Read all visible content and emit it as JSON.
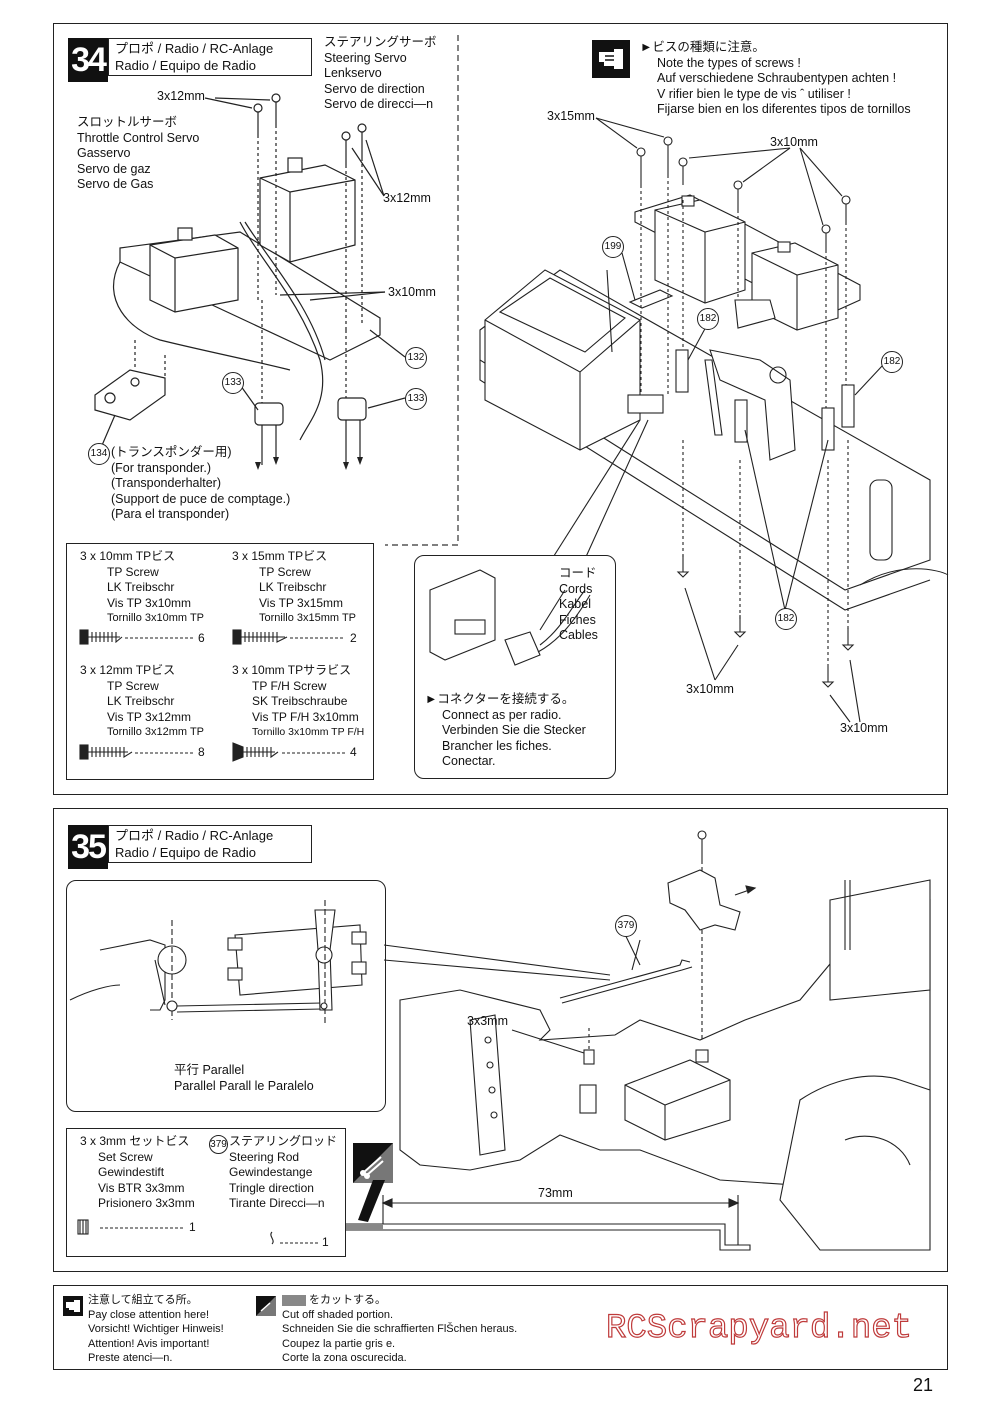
{
  "step34": {
    "number": "34",
    "title_line1": "プロポ / Radio / RC-Anlage",
    "title_line2": "Radio / Equipo de Radio",
    "steering_servo": [
      "ステアリングサーボ",
      "Steering Servo",
      "Lenkservo",
      "Servo de direction",
      "Servo de direcci—n"
    ],
    "throttle_servo": [
      "スロットルサーボ",
      "Throttle Control Servo",
      "Gasservo",
      "Servo de gaz",
      "Servo de Gas"
    ],
    "screw_3x12_a": "3x12mm",
    "screw_3x12_b": "3x12mm",
    "screw_3x10": "3x10mm",
    "part_132": "132",
    "part_133a": "133",
    "part_133b": "133",
    "part_134": "134",
    "transponder": [
      "(トランスポンダー用)",
      "(For transponder.)",
      "(Transponderhalter)",
      "(Support de puce de comptage.)",
      "(Para el transponder)"
    ],
    "note_screws": [
      "►ビスの種類に注意。",
      "Note the types of screws !",
      "Auf verschiedene Schraubentypen achten !",
      "V rifier bien le type de vis ˆ utiliser !",
      "Fijarse bien en los diferentes tipos de tornillos"
    ],
    "right_3x15": "3x15mm",
    "right_3x10_top": "3x10mm",
    "right_3x10_bl": "3x10mm",
    "right_3x10_br": "3x10mm",
    "part_199": "199",
    "part_182a": "182",
    "part_182b": "182",
    "part_182c": "182",
    "cords": [
      "コード",
      "Cords",
      "Kabel",
      "Fiches",
      "Cables"
    ],
    "connect": [
      "►コネクターを接続する。",
      "Connect as per radio.",
      "Verbinden Sie die Stecker",
      "Brancher les fiches.",
      "Conectar."
    ],
    "parts_list": [
      {
        "lines": [
          "3 x 10mm  TPビス",
          "TP Screw",
          "LK Treibschr",
          "Vis TP 3x10mm",
          "Tornillo 3x10mm TP"
        ],
        "qty": "6"
      },
      {
        "lines": [
          "3 x 15mm  TPビス",
          "TP Screw",
          "LK Treibschr",
          "Vis TP 3x15mm",
          "Tornillo 3x15mm TP"
        ],
        "qty": "2"
      },
      {
        "lines": [
          "3 x 12mm TPビス",
          "TP Screw",
          "LK Treibschr",
          "Vis TP 3x12mm",
          "Tornillo 3x12mm TP"
        ],
        "qty": "8"
      },
      {
        "lines": [
          "3 x 10mm  TPサラビス",
          "TP F/H Screw",
          "SK Treibschraube",
          "Vis TP F/H 3x10mm",
          "Tornillo 3x10mm TP F/H"
        ],
        "qty": "4"
      }
    ]
  },
  "step35": {
    "number": "35",
    "title_line1": "プロポ / Radio / RC-Anlage",
    "title_line2": "Radio / Equipo de Radio",
    "parallel_line1": "平行    Parallel",
    "parallel_line2": "Parallel    Parall le    Paralelo",
    "part_379": "379",
    "screw_3x3": "3x3mm",
    "dimension": "73mm",
    "parts_list": [
      {
        "lines": [
          "3 x 3mm  セットビス",
          "Set Screw",
          "Gewindestift",
          "Vis BTR 3x3mm",
          "Prisionero 3x3mm"
        ],
        "qty": "1"
      },
      {
        "num": "379",
        "lines": [
          "ステアリングロッド",
          "Steering Rod",
          "Gewindestange",
          "Tringle direction",
          "Tirante Direcci—n"
        ],
        "qty": "1"
      }
    ]
  },
  "footer": {
    "attention": [
      "注意して組立てる所。",
      "Pay close attention here!",
      "Vorsicht!  Wichtiger Hinweis!",
      "Attention! Avis important!",
      "Preste atenci—n."
    ],
    "cutoff": [
      "をカットする。",
      "Cut off shaded portion.",
      "Schneiden Sie die schraffierten FlŠchen heraus.",
      "Coupez la partie gris e.",
      "Corte la zona oscurecida."
    ],
    "watermark": "RCScrapyard.net",
    "page_number": "21"
  }
}
